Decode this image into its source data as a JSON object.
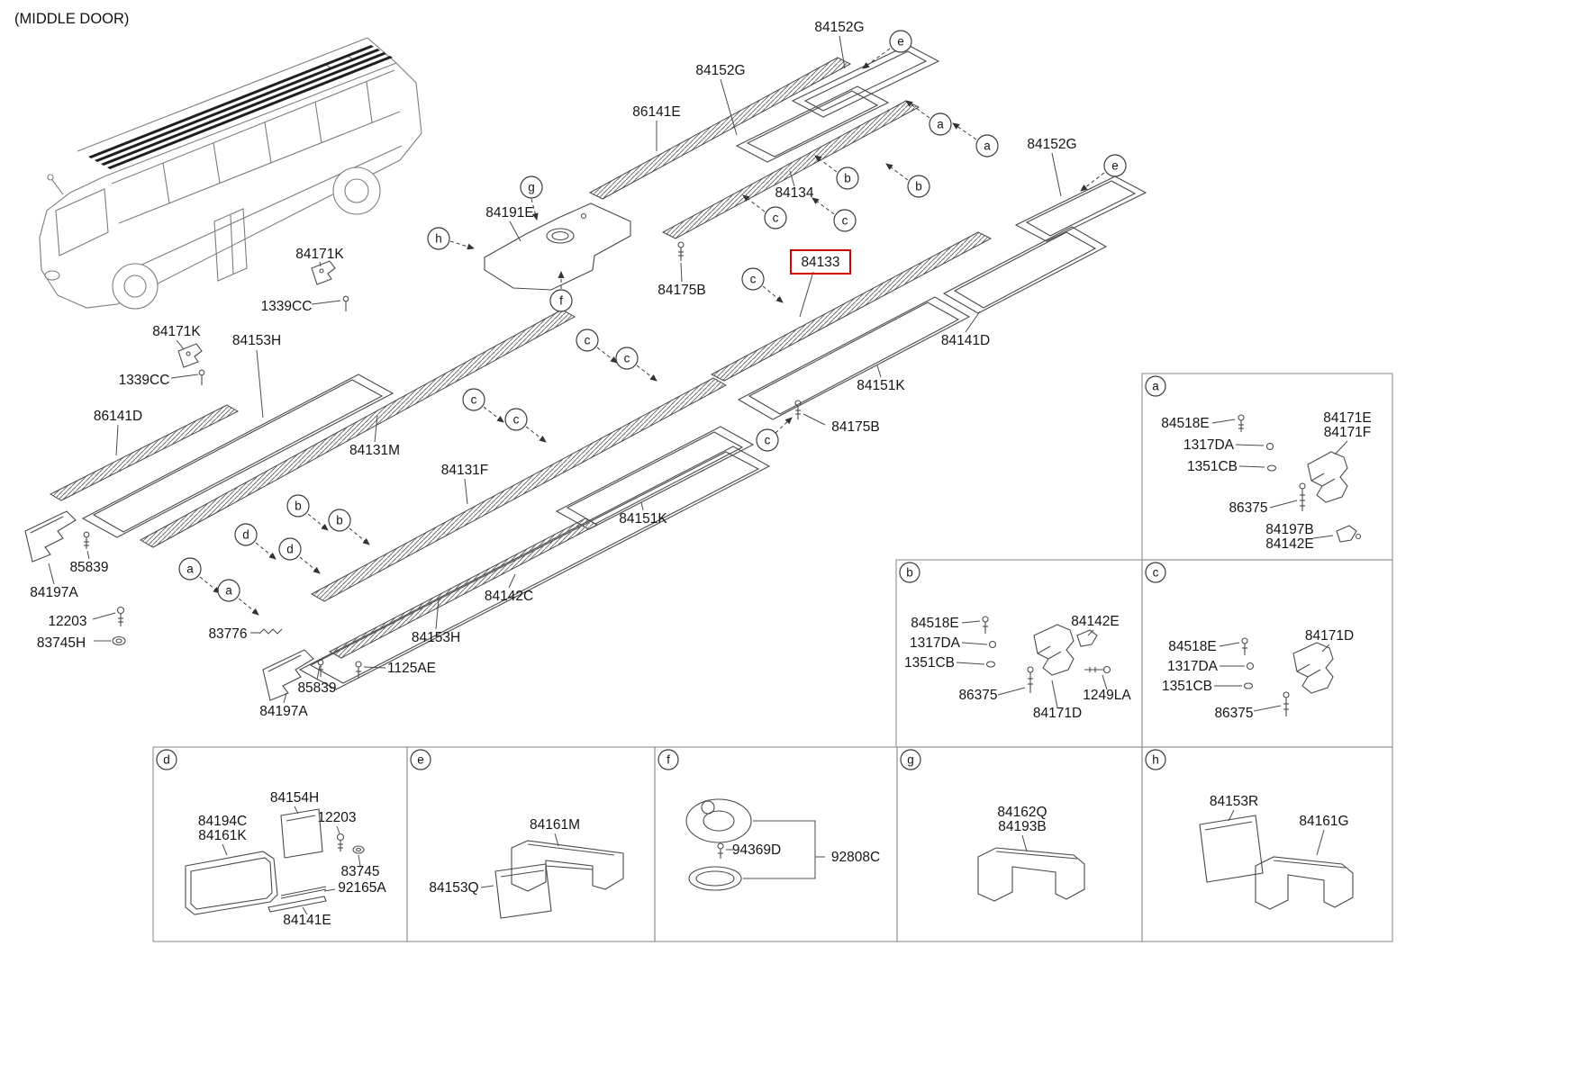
{
  "title": "(MIDDLE DOOR)",
  "highlight": {
    "part": "84133",
    "box_color": "#d40000"
  },
  "labels": [
    "84152G",
    "84152G",
    "86141E",
    "84152G",
    "84134",
    "84191E",
    "84171K",
    "84133",
    "1339CC",
    "84175B",
    "84141D",
    "84171K",
    "84153H",
    "1339CC",
    "84151K",
    "86141D",
    "84175B",
    "84131M",
    "84131F",
    "84151K",
    "85839",
    "84197A",
    "84142C",
    "12203",
    "83745H",
    "83776",
    "84153H",
    "1125AE",
    "85839",
    "84197A"
  ],
  "callouts": [
    "e",
    "a",
    "a",
    "e",
    "b",
    "g",
    "b",
    "c",
    "c",
    "h",
    "c",
    "f",
    "c",
    "c",
    "c",
    "c",
    "c",
    "b",
    "b",
    "d",
    "d",
    "a",
    "a"
  ],
  "boxes": {
    "a": {
      "letter": "a",
      "parts": [
        "84518E",
        "84171E",
        "84171F",
        "1317DA",
        "1351CB",
        "86375",
        "84197B",
        "84142E"
      ]
    },
    "b": {
      "letter": "b",
      "parts": [
        "84518E",
        "84142E",
        "1317DA",
        "1351CB",
        "86375",
        "1249LA",
        "84171D"
      ]
    },
    "c": {
      "letter": "c",
      "parts": [
        "84518E",
        "1317DA",
        "1351CB",
        "86375",
        "84171D"
      ]
    },
    "d": {
      "letter": "d",
      "parts": [
        "84154H",
        "84194C",
        "84161K",
        "12203",
        "83745",
        "92165A",
        "84141E"
      ]
    },
    "e": {
      "letter": "e",
      "parts": [
        "84161M",
        "84153Q"
      ]
    },
    "f": {
      "letter": "f",
      "parts": [
        "94369D",
        "92808C"
      ]
    },
    "g": {
      "letter": "g",
      "parts": [
        "84162Q",
        "84193B"
      ]
    },
    "h": {
      "letter": "h",
      "parts": [
        "84153R",
        "84161G"
      ]
    }
  }
}
